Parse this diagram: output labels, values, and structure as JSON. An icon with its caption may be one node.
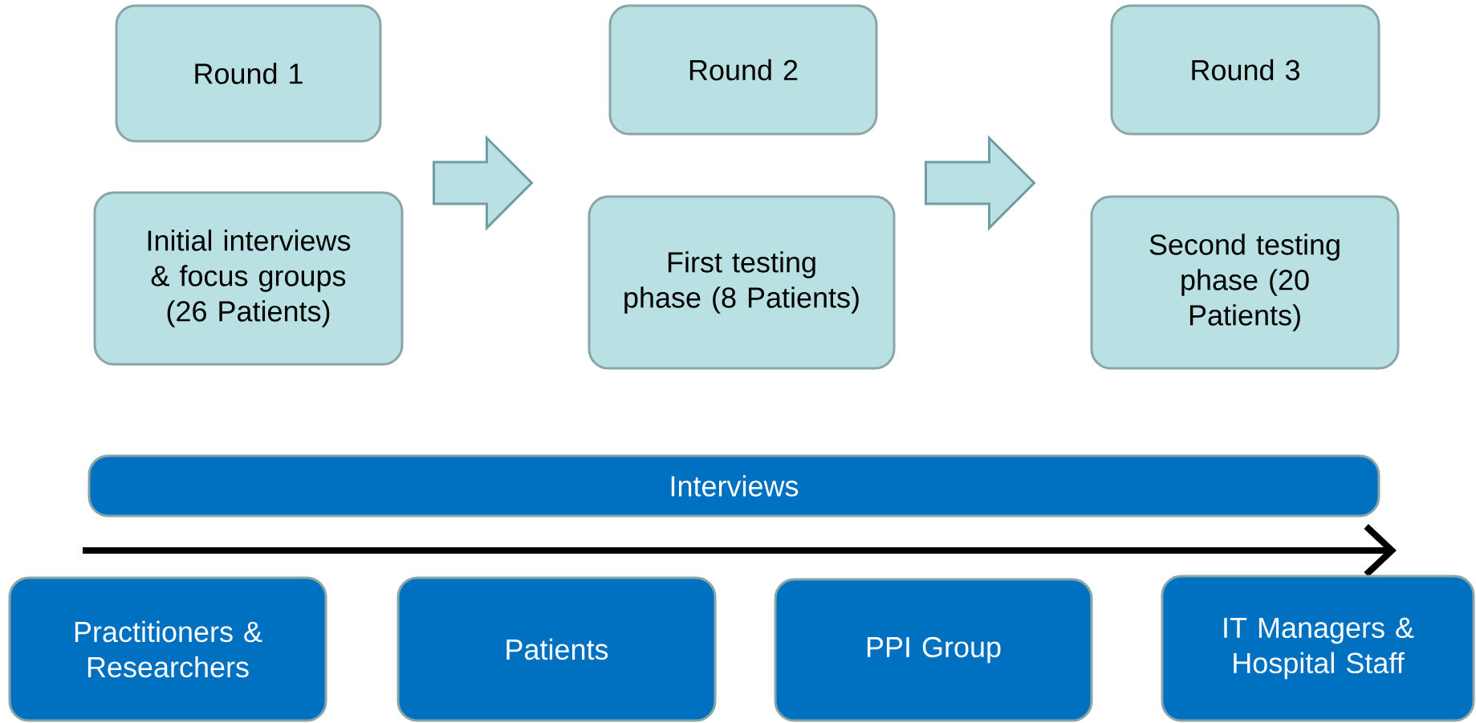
{
  "diagram": {
    "nodes": [
      {
        "text": [
          "Round 1"
        ]
      },
      {
        "text": [
          "Initial interviews & focus groups (26 Patients)"
        ]
      },
      {
        "text": [
          "Round 2"
        ]
      },
      {
        "text": [
          "First testing phase (8 Patients)"
        ]
      },
      {
        "text": [
          "Round 3"
        ]
      },
      {
        "text": [
          "Second testing phase (20 Patients)"
        ]
      },
      {
        "text": [
          "Interviews"
        ]
      },
      {
        "text": [
          "Practitioners & Researchers"
        ]
      },
      {
        "text": [
          "Patients"
        ]
      },
      {
        "text": [
          "PPI Group"
        ]
      },
      {
        "text": [
          "IT Managers & Hospital Staff"
        ]
      }
    ],
    "edges": [
      {
        "from": 1,
        "to": 3,
        "arrow": "to"
      },
      {
        "from": 3,
        "to": 5,
        "arrow": "to"
      }
    ]
  }
}
